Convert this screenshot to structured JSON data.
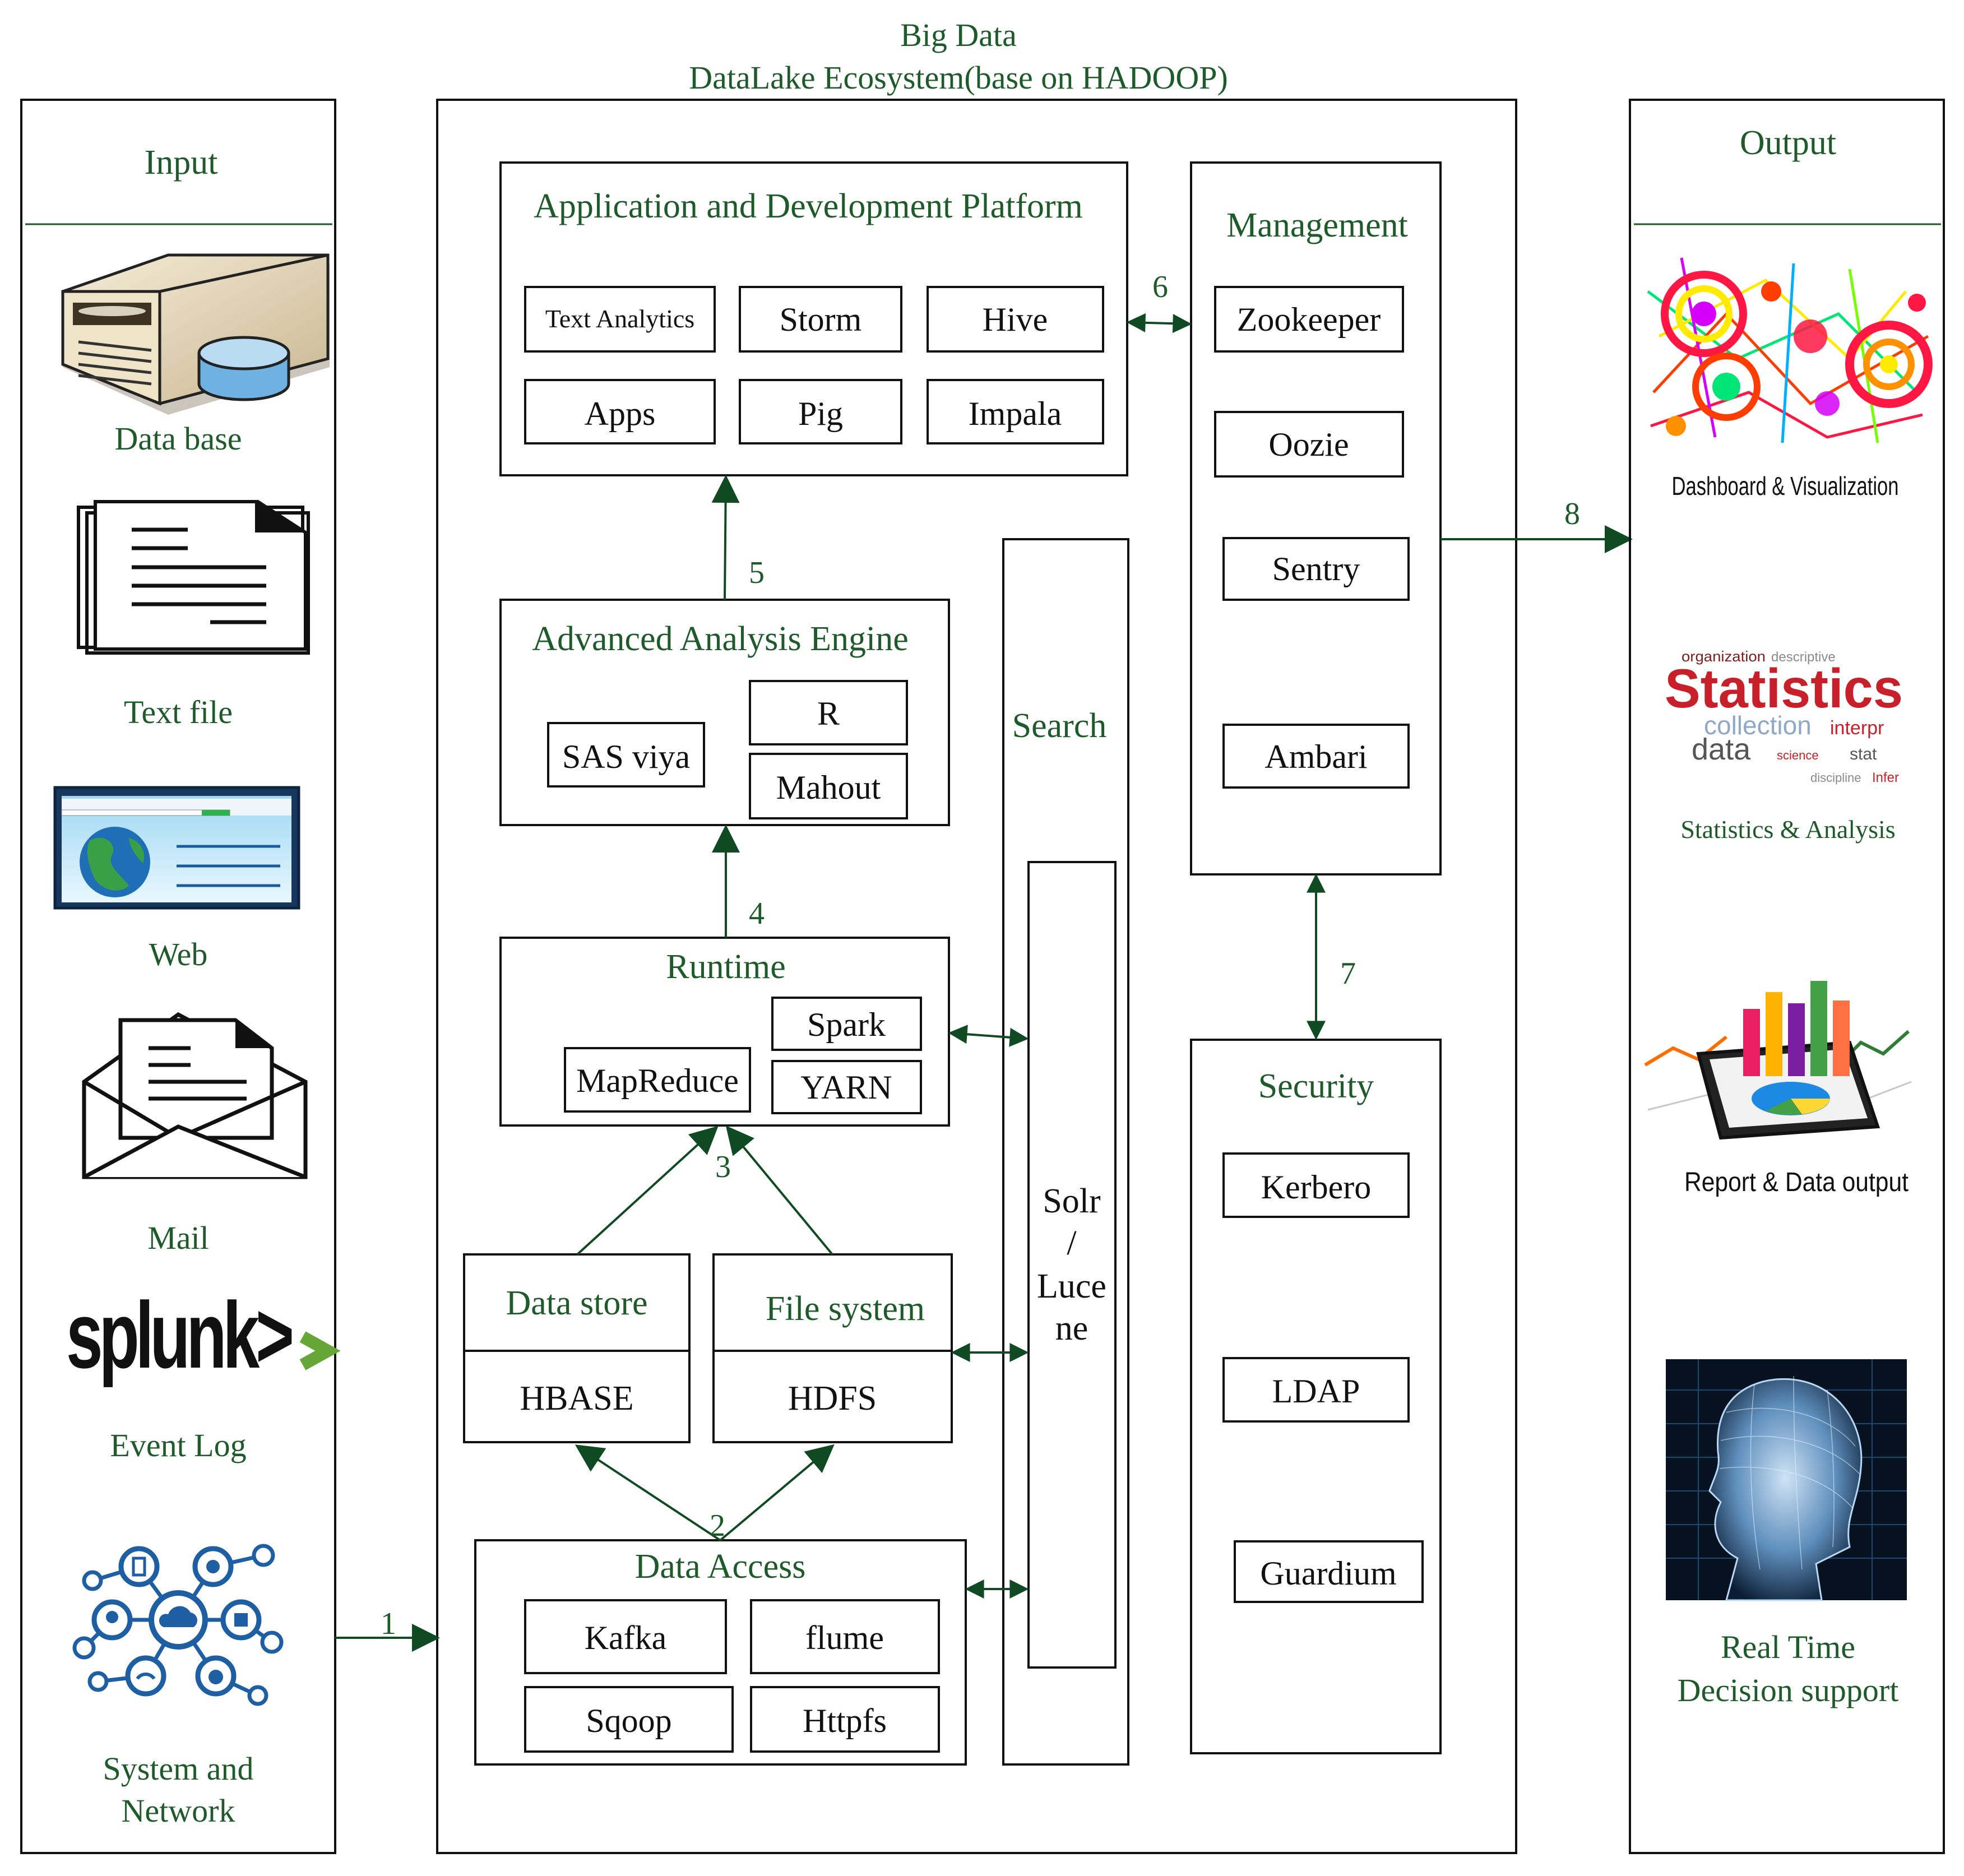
{
  "title": {
    "line1": "Big Data",
    "line2": "DataLake Ecosystem(base on HADOOP)"
  },
  "input": {
    "header": "Input",
    "items": {
      "database": "Data base",
      "textfile": "Text file",
      "web": "Web",
      "mail": "Mail",
      "splunk_logo": "splunk>",
      "eventlog": "Event Log",
      "system_line1": "System and",
      "system_line2": "Network"
    }
  },
  "output": {
    "header": "Output",
    "items": {
      "dashboard": "Dashboard & Visualization",
      "statistics": "Statistics & Analysis",
      "statistics_wordcloud": "Statistics",
      "report": "Report & Data output",
      "realtime_line1": "Real Time",
      "realtime_line2": "Decision support"
    }
  },
  "platform": {
    "title": "Application  and  Development Platform",
    "items": {
      "text_analytics": "Text Analytics",
      "storm": "Storm",
      "hive": "Hive",
      "apps": "Apps",
      "pig": "Pig",
      "impala": "Impala"
    }
  },
  "analysis": {
    "title": "Advanced Analysis Engine",
    "items": {
      "sas": "SAS viya",
      "r": "R",
      "mahout": "Mahout"
    }
  },
  "runtime": {
    "title": "Runtime",
    "items": {
      "spark": "Spark",
      "mapreduce": "MapReduce",
      "yarn": "YARN"
    }
  },
  "datastore": {
    "title": "Data store",
    "item": "HBASE"
  },
  "filesystem": {
    "title": "File system",
    "item": "HDFS"
  },
  "dataaccess": {
    "title": "Data Access",
    "items": {
      "kafka": "Kafka",
      "flume": "flume",
      "sqoop": "Sqoop",
      "httpfs": "Httpfs"
    }
  },
  "search": {
    "title": "Search",
    "solr": [
      "Solr",
      "/",
      "Luce",
      "ne"
    ]
  },
  "management": {
    "title": "Management",
    "items": {
      "zookeeper": "Zookeeper",
      "oozie": "Oozie",
      "sentry": "Sentry",
      "ambari": "Ambari"
    }
  },
  "security": {
    "title": "Security",
    "items": {
      "kerbero": "Kerbero",
      "ldap": "LDAP",
      "guardium": "Guardium"
    }
  },
  "arrows": {
    "a1": "1",
    "a2": "2",
    "a3": "3",
    "a4": "4",
    "a5": "5",
    "a6": "6",
    "a7": "7",
    "a8": "8"
  },
  "colors": {
    "text": "#1e5a2a",
    "arrow": "#0f4a22",
    "border": "#111111"
  }
}
